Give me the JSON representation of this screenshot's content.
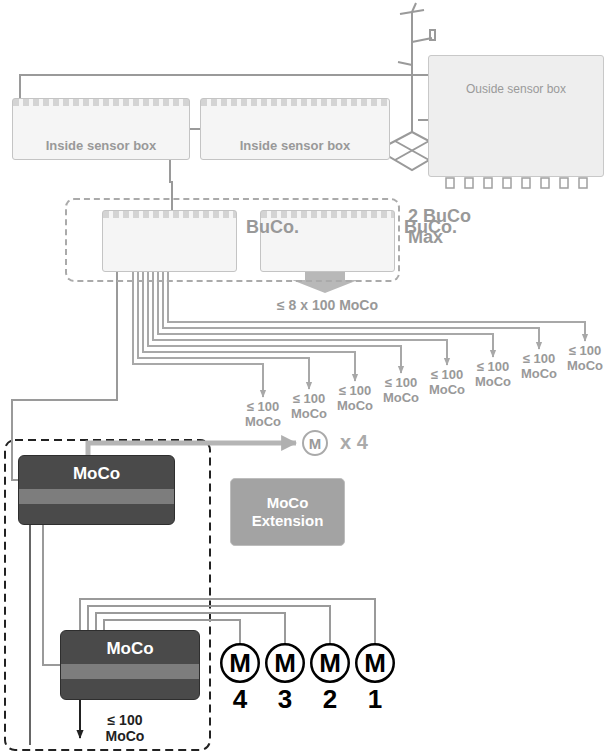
{
  "diagram": {
    "nodes": [
      {
        "text": [
          "Ouside sensor box"
        ]
      },
      {
        "text": [
          "Inside sensor box"
        ]
      },
      {
        "text": [
          "Inside sensor box"
        ]
      },
      {
        "text": [
          "2 BuCo Max"
        ]
      },
      {
        "text": [
          "BuCo."
        ],
        "in": 3
      },
      {
        "text": [
          "BuCo."
        ],
        "in": 3
      },
      {
        "text": [
          "MoCo"
        ]
      },
      {
        "text": [
          "M"
        ]
      },
      {
        "text": [
          "MoCo",
          "Extension"
        ]
      },
      {
        "text": [
          "MoCo"
        ]
      },
      {
        "text": [
          "M",
          "4"
        ]
      },
      {
        "text": [
          "M",
          "3"
        ]
      },
      {
        "text": [
          "M",
          "2"
        ]
      },
      {
        "text": [
          "M",
          "1"
        ]
      }
    ],
    "edges": [
      {
        "from": 0,
        "to": 1,
        "arrow": "none"
      },
      {
        "from": 1,
        "to": 2,
        "arrow": "none"
      },
      {
        "from": 1,
        "to": 4,
        "arrow": "none"
      },
      {
        "from": 4,
        "to": 6,
        "arrow": "none"
      },
      {
        "from": 6,
        "to": 7,
        "arrow": "to"
      },
      {
        "from": 6,
        "to": 9,
        "arrow": "none"
      },
      {
        "from": 9,
        "to": 10,
        "arrow": "none"
      },
      {
        "from": 9,
        "to": 11,
        "arrow": "none"
      },
      {
        "from": 9,
        "to": 12,
        "arrow": "none"
      },
      {
        "from": 9,
        "to": 13,
        "arrow": "none"
      }
    ],
    "labels": [
      "≤ 8 x 100 MoCo",
      "≤ 100 MoCo",
      "≤ 100 MoCo",
      "≤ 100 MoCo",
      "≤ 100 MoCo",
      "≤ 100 MoCo",
      "≤ 100 MoCo",
      "≤ 100 MoCo",
      "≤ 100 MoCo",
      "x 4",
      "≤ 100 MoCo"
    ]
  }
}
